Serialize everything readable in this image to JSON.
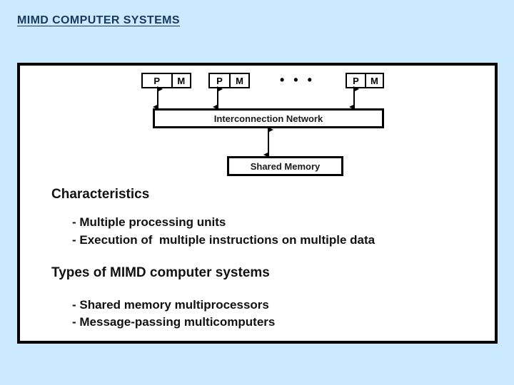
{
  "slide": {
    "title": "MIMD COMPUTER SYSTEMS",
    "title_color": "#17395f",
    "background_color": "#cbe9ff",
    "frame_border_color": "#000000",
    "frame_fill_color": "#ffffff"
  },
  "diagram": {
    "type": "shared-memory-mimd-architecture",
    "nodes": [
      {
        "id": "node-1",
        "processor_label": "P",
        "memory_label": "M"
      },
      {
        "id": "node-2",
        "processor_label": "P",
        "memory_label": "M"
      },
      {
        "id": "node-3",
        "processor_label": "P",
        "memory_label": "M"
      }
    ],
    "ellipsis": "• • •",
    "interconnect_label": "Interconnection Network",
    "shared_memory_label": "Shared Memory"
  },
  "content": {
    "sections": [
      {
        "heading": "Characteristics",
        "bullets": [
          "- Multiple processing units",
          "- Execution of  multiple instructions on multiple data"
        ]
      },
      {
        "heading": "Types of MIMD computer systems",
        "bullets": [
          "- Shared memory multiprocessors",
          "- Message-passing multicomputers"
        ]
      }
    ]
  }
}
